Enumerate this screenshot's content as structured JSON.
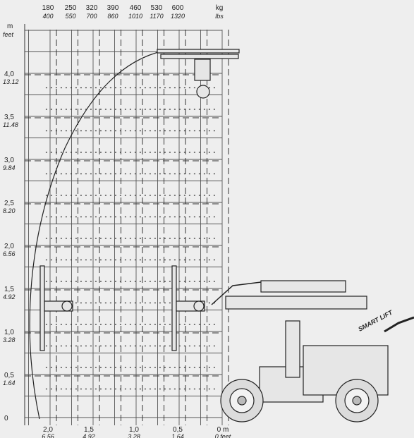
{
  "chart_data": {
    "type": "load_chart",
    "top_axis": {
      "kg": [
        "180",
        "250",
        "320",
        "390",
        "460",
        "530",
        "600"
      ],
      "lbs": [
        "400",
        "550",
        "700",
        "860",
        "1010",
        "1170",
        "1320"
      ],
      "unit_kg": "kg",
      "unit_lbs": "lbs"
    },
    "y_axis": {
      "unit_m": "m",
      "unit_ft": "feet",
      "ticks": [
        {
          "m": "0",
          "ft": ""
        },
        {
          "m": "0,5",
          "ft": "1.64"
        },
        {
          "m": "1,0",
          "ft": "3.28"
        },
        {
          "m": "1,5",
          "ft": "4.92"
        },
        {
          "m": "2,0",
          "ft": "6.56"
        },
        {
          "m": "2,5",
          "ft": "8.20"
        },
        {
          "m": "3,0",
          "ft": "9.84"
        },
        {
          "m": "3,5",
          "ft": "11.48"
        },
        {
          "m": "4,0",
          "ft": "13.12"
        }
      ]
    },
    "x_axis": {
      "ticks": [
        {
          "m": "2,0",
          "ft": "6.56"
        },
        {
          "m": "1,5",
          "ft": "4.92"
        },
        {
          "m": "1,0",
          "ft": "3.28"
        },
        {
          "m": "0,5",
          "ft": "1.64"
        },
        {
          "m": "0 m",
          "ft": "0 feet"
        }
      ]
    }
  },
  "machine": {
    "decal": "SMART LIFT"
  }
}
